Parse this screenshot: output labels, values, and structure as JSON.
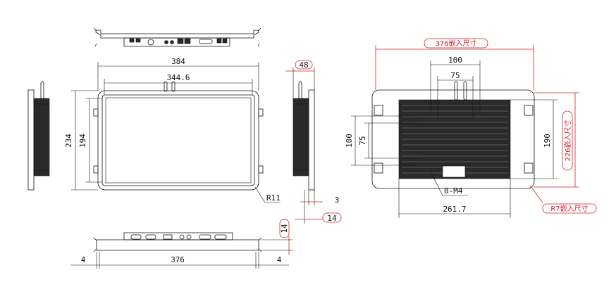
{
  "front_view": {
    "width_overall": "384",
    "width_screen": "344.6",
    "height_overall": "234",
    "height_screen": "194",
    "corner_radius": "R11"
  },
  "side_view": {
    "depth": "48",
    "bezel_thickness": "3",
    "mount_depth": "14"
  },
  "bottom_view": {
    "margin_left": "4",
    "width": "376",
    "margin_right": "4",
    "height": "14"
  },
  "rear_view": {
    "cutout_width": "376嵌入尺寸",
    "cutout_height": "226嵌入尺寸",
    "cutout_radius": "R7嵌入尺寸",
    "vesa_outer_h": "100",
    "vesa_inner_h": "75",
    "vesa_outer_v": "100",
    "vesa_inner_v": "75",
    "height": "190",
    "width": "261.7",
    "screws": "8-M4"
  }
}
